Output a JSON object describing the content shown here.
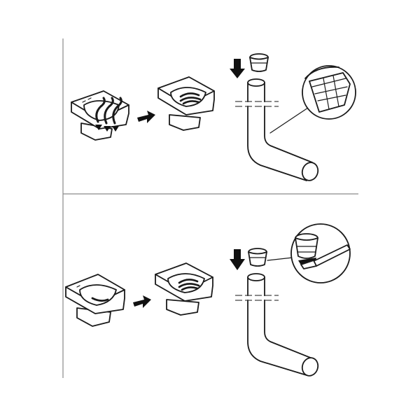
{
  "diagram": {
    "panels": [
      {
        "id": "top",
        "steps": [
          "toilet-bowl-with-flush-arrows",
          "arrow-right",
          "toilet-bowl-flushed",
          "down-arrow",
          "rubber-sleeve",
          "elbow-pipe",
          "detail-magnifier"
        ]
      },
      {
        "id": "bottom",
        "steps": [
          "toilet-bowl-small-flush",
          "arrow-right",
          "toilet-bowl-flushed",
          "down-arrow",
          "rubber-sleeve",
          "elbow-pipe",
          "detail-magnifier-with-knife"
        ]
      }
    ],
    "colors": {
      "line": "#1a1a1a",
      "divider": "#8a8a8a",
      "background": "#ffffff"
    },
    "icons": [
      "wc-bowl-icon",
      "arrow-right-icon",
      "arrow-down-icon",
      "sleeve-icon",
      "pipe-elbow-icon",
      "magnifier-detail-icon",
      "knife-icon"
    ]
  }
}
